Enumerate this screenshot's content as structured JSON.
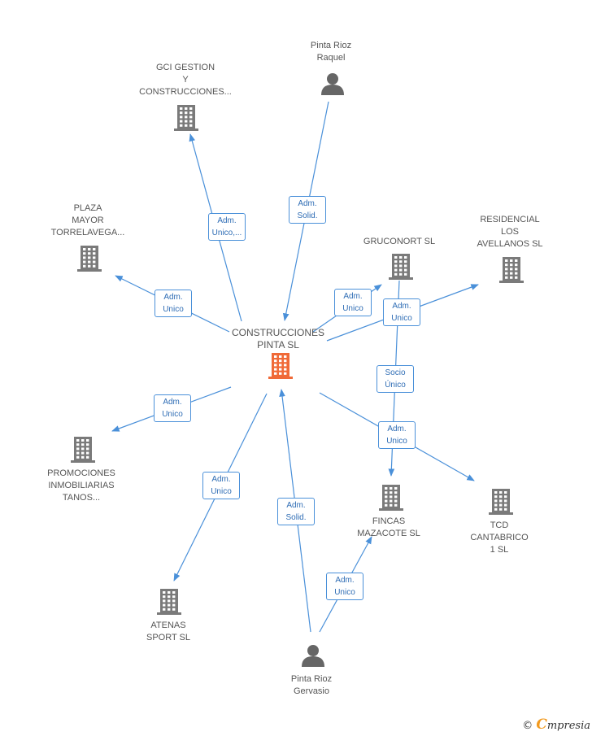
{
  "colors": {
    "edge": "#4a90d9",
    "building": "#7a7a7a",
    "center": "#f06a38",
    "person": "#666666",
    "text": "#555555"
  },
  "center": {
    "id": "c",
    "label": [
      "CONSTRUCCIONES",
      "PINTA SL"
    ]
  },
  "nodes": [
    {
      "id": "gci",
      "type": "company",
      "label": [
        "GCI GESTION",
        "Y",
        "CONSTRUCCIONES..."
      ]
    },
    {
      "id": "raquel",
      "type": "person",
      "label": [
        "Pinta Rioz",
        "Raquel"
      ]
    },
    {
      "id": "plaza",
      "type": "company",
      "label": [
        "PLAZA",
        "MAYOR",
        "TORRELAVEGA..."
      ]
    },
    {
      "id": "gruconort",
      "type": "company",
      "label": [
        "GRUCONORT SL"
      ]
    },
    {
      "id": "residencial",
      "type": "company",
      "label": [
        "RESIDENCIAL",
        "LOS",
        "AVELLANOS SL"
      ]
    },
    {
      "id": "promociones",
      "type": "company",
      "label": [
        "PROMOCIONES",
        "INMOBILIARIAS",
        "TANOS..."
      ]
    },
    {
      "id": "fincas",
      "type": "company",
      "label": [
        "FINCAS",
        "MAZACOTE SL"
      ]
    },
    {
      "id": "tcd",
      "type": "company",
      "label": [
        "TCD",
        "CANTABRICO",
        "1 SL"
      ]
    },
    {
      "id": "atenas",
      "type": "company",
      "label": [
        "ATENAS",
        "SPORT SL"
      ]
    },
    {
      "id": "gervasio",
      "type": "person",
      "label": [
        "Pinta Rioz",
        "Gervasio"
      ]
    }
  ],
  "edges": [
    {
      "from": "c",
      "to": "gci",
      "label": [
        "Adm.",
        "Unico,..."
      ]
    },
    {
      "from": "raquel",
      "to": "c",
      "label": [
        "Adm.",
        "Solid."
      ]
    },
    {
      "from": "c",
      "to": "plaza",
      "label": [
        "Adm.",
        "Unico"
      ]
    },
    {
      "from": "c",
      "to": "gruconort",
      "label": [
        "Adm.",
        "Unico"
      ]
    },
    {
      "from": "c",
      "to": "residencial",
      "label": [
        "Adm.",
        "Unico"
      ]
    },
    {
      "from": "gruconort",
      "to": "fincas",
      "label": [
        "Socio",
        "Único"
      ]
    },
    {
      "from": "c",
      "to": "promociones",
      "label": [
        "Adm.",
        "Unico"
      ]
    },
    {
      "from": "c",
      "to": "tcd",
      "label": [
        "Adm.",
        "Unico"
      ]
    },
    {
      "from": "c",
      "to": "atenas",
      "label": [
        "Adm.",
        "Unico"
      ]
    },
    {
      "from": "gervasio",
      "to": "c",
      "label": [
        "Adm.",
        "Solid."
      ]
    },
    {
      "from": "gervasio",
      "to": "fincas",
      "label": [
        "Adm.",
        "Unico"
      ]
    }
  ],
  "brand": {
    "copyright": "©",
    "initial": "C",
    "rest": "mpresia"
  }
}
